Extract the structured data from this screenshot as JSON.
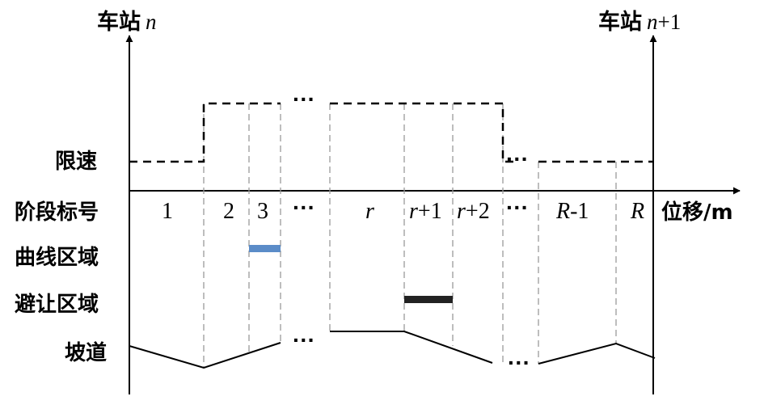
{
  "stations": {
    "left": {
      "name": "车站",
      "index": "n"
    },
    "right": {
      "name": "车站",
      "index": "n",
      "suffix": "+1"
    }
  },
  "row_labels": {
    "speed_limit": "限速",
    "stage_number": "阶段标号",
    "curve_zone": "曲线区域",
    "avoid_zone": "避让区域",
    "gradient": "坡道"
  },
  "x_axis_label": "位移/m",
  "ellipsis": "···",
  "stages": [
    {
      "label": "1",
      "italic": false
    },
    {
      "label": "2",
      "italic": false
    },
    {
      "label": "3",
      "italic": false
    },
    {
      "label": "···",
      "italic": false
    },
    {
      "label": "r",
      "italic": true,
      "suffix": ""
    },
    {
      "label": "r",
      "italic": true,
      "suffix": "+1"
    },
    {
      "label": "r",
      "italic": true,
      "suffix": "+2"
    },
    {
      "label": "···",
      "italic": false
    },
    {
      "label": "R",
      "italic": true,
      "suffix": "-1"
    },
    {
      "label": "R",
      "italic": true,
      "suffix": ""
    }
  ],
  "colors": {
    "curve_zone": "#5b8cc8",
    "avoid_zone": "#222222",
    "grid": "#9a9a9a"
  }
}
